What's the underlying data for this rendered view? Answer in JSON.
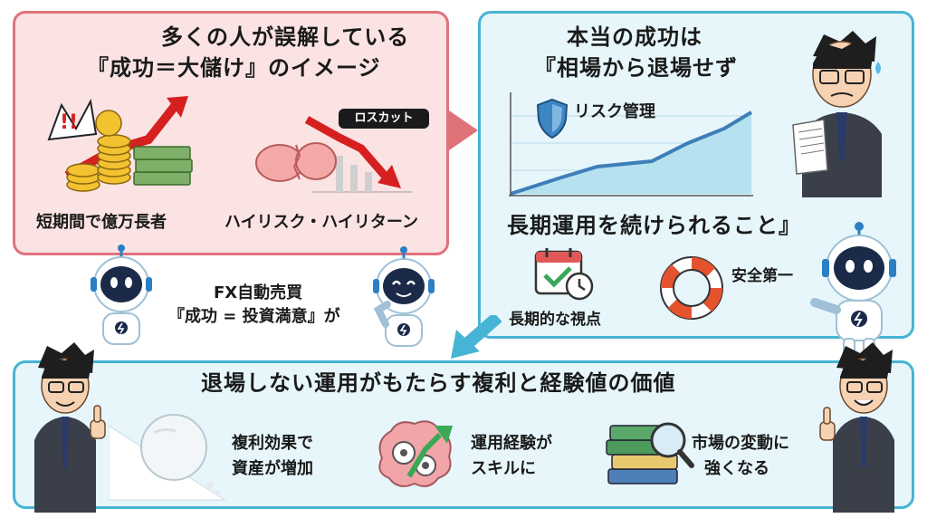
{
  "misconception": {
    "title_line1": "多くの人が誤解している",
    "title_line2": "『成功＝大儲け』のイメージ",
    "label_left": "短期間で億万長者",
    "label_right": "ハイリスク・ハイリターン",
    "losscut_tag": "ロスカット"
  },
  "success": {
    "title_line1": "本当の成功は",
    "title_line2": "『相場から退場せず",
    "risk_label": "リスク管理",
    "title_line3": "長期運用を続けられること』",
    "long_term_label": "長期的な視点",
    "safety_label": "安全第一"
  },
  "middle": {
    "line1": "FX自動売買",
    "line2": "『成功 = 投資満意』が"
  },
  "value": {
    "title": "退場しない運用がもたらす複利と経験値の価値",
    "item1_line1": "複利効果で",
    "item1_line2": "資産が増加",
    "item2_line1": "運用経験が",
    "item2_line2": "スキルに",
    "item3_line1": "市場の変動に",
    "item3_line2": "強くなる"
  },
  "colors": {
    "pink_panel": "#fbe3e3",
    "pink_border": "#e0727a",
    "blue_panel": "#e6f6fb",
    "blue_border": "#46b4d4"
  }
}
